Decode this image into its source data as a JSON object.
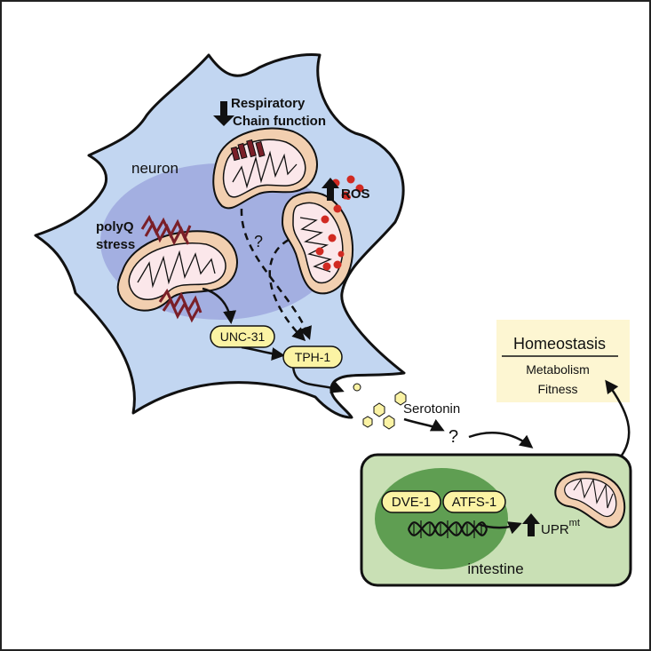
{
  "labels": {
    "respiratory_line1": "Respiratory",
    "respiratory_line2": "Chain function",
    "neuron": "neuron",
    "ros": "ROS",
    "polyq_line1": "polyQ",
    "polyq_line2": "stress",
    "question_neuron": "?",
    "unc31": "UNC-31",
    "tph1": "TPH-1",
    "serotonin": "Serotonin",
    "question_signal": "?",
    "homeostasis": "Homeostasis",
    "metabolism": "Metabolism",
    "fitness": "Fitness",
    "dve1": "DVE-1",
    "atfs1": "ATFS-1",
    "upr": "UPR",
    "upr_superscript": "mt",
    "intestine": "intestine"
  },
  "colors": {
    "neuron_fill": "#c2d6f1",
    "nucleus_fill": "#9ea8de",
    "mito_outer": "#f2cfb0",
    "mito_inner": "#fbe7ea",
    "protein_fill": "#fbf3a4",
    "homeostasis_fill": "#fdf6d2",
    "intestine_fill": "#c9e0b5",
    "intestine_nucleus": "#5f9e52",
    "ros_dot": "#d12a22",
    "aggregate": "#7a1f28"
  }
}
